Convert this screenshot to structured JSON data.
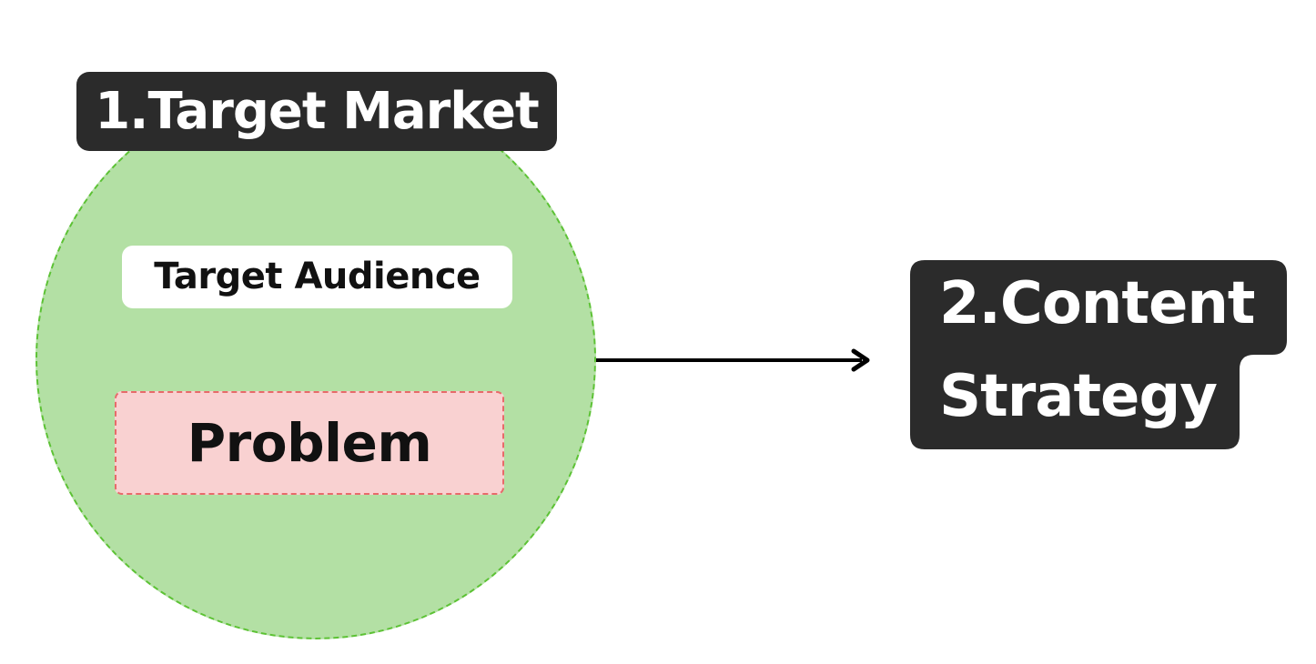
{
  "target_market": {
    "title": "1.Target Market",
    "audience_label": "Target Audience",
    "problem_label": "Problem"
  },
  "content_strategy": {
    "line1": "2.Content",
    "line2": "Strategy"
  },
  "colors": {
    "circle_fill": "#b3e0a4",
    "circle_border": "#5cc234",
    "problem_fill": "#f9d1d1",
    "problem_border": "#e86a6a",
    "label_dark": "#2b2b2b",
    "arrow": "#000000"
  }
}
